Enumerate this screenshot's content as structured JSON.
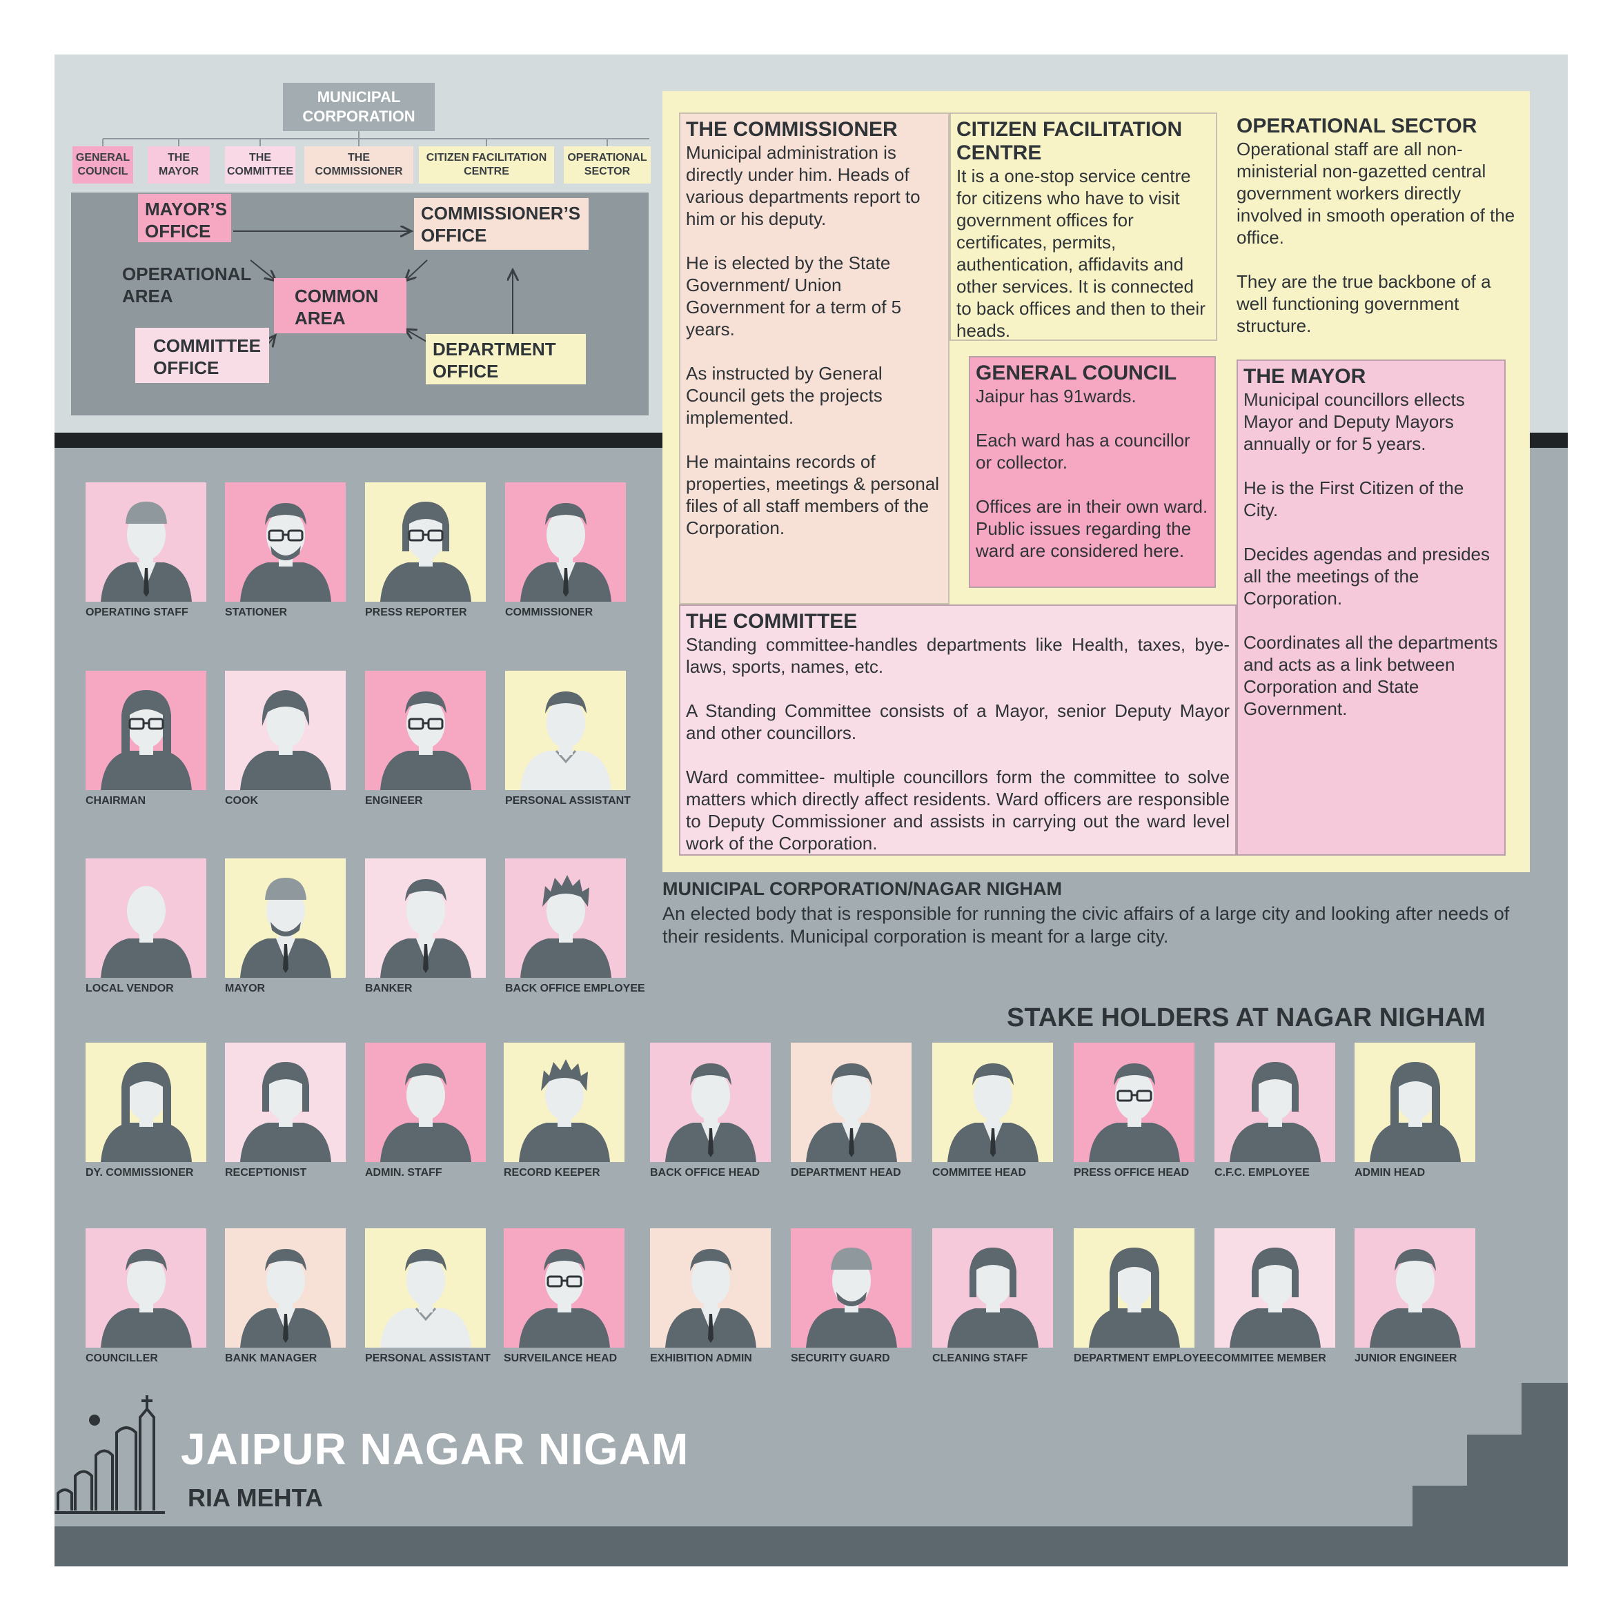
{
  "org_chart": {
    "root": "MUNICIPAL CORPORATION",
    "branches": [
      "GENERAL COUNCIL",
      "THE MAYOR",
      "THE COMMITTEE",
      "THE COMMISSIONER",
      "CITIZEN FACILITATION CENTRE",
      "OPERATIONAL SECTOR"
    ],
    "branch_colors": [
      "#f6a9c6",
      "#f8c8dc",
      "#f9d9e6",
      "#f7e0d5",
      "#f8f3c6",
      "#f8f3c6"
    ]
  },
  "office_diagram": {
    "mayors_office": "MAYOR’S OFFICE",
    "commissioners_office": "COMMISSIONER’S OFFICE",
    "operational_area": "OPERATIONAL AREA",
    "common_area": "COMMON AREA",
    "committee_office": "COMMITTEE OFFICE",
    "department_office": "DEPARTMENT OFFICE"
  },
  "info": {
    "commissioner": {
      "title": "THE COMMISSIONER",
      "paragraphs": [
        "Municipal administration is directly under him. Heads of various departments report to him or his deputy.",
        "He is elected by the State Government/ Union Government for a term of 5 years.",
        "As instructed by General Council gets the projects implemented.",
        "He maintains records of properties, meetings & personal files of all staff members of the Corporation."
      ]
    },
    "cfc": {
      "title": "CITIZEN FACILITATION CENTRE",
      "paragraphs": [
        "It is a one-stop service centre for citizens who have to visit government offices for certificates, permits, authentication, affidavits and other services. It is connected to back offices and then to their heads."
      ]
    },
    "operational": {
      "title": "OPERATIONAL SECTOR",
      "paragraphs": [
        "Operational staff are all non-ministerial non-gazetted central government workers directly involved in smooth operation of the office.",
        "They are the true backbone of a well functioning government structure."
      ]
    },
    "general_council": {
      "title": "GENERAL COUNCIL",
      "paragraphs": [
        "Jaipur has 91wards.",
        "Each ward has a councillor or collector.",
        "Offices are in their own ward. Public issues regarding the ward are considered here."
      ]
    },
    "mayor": {
      "title": "THE MAYOR",
      "paragraphs": [
        "Municipal councillors ellects Mayor and Deputy Mayors annually or for 5 years.",
        "He is the First Citizen of the City.",
        "Decides agendas and presides all the meetings of the Corporation.",
        "Coordinates all the departments and acts as a link between Corporation and State Government."
      ]
    },
    "committee": {
      "title": "THE COMMITTEE",
      "paragraphs": [
        "Standing committee-handles departments like Health, taxes, bye-laws, sports, names, etc.",
        "A Standing Committee consists of a Mayor, senior Deputy Mayor and other councillors.",
        "Ward committee- multiple councillors form the committee to solve matters which directly affect residents. Ward officers are responsible to Deputy Commissioner and assists in carrying out the ward level work of the Corporation."
      ]
    }
  },
  "municipal_corporation": {
    "title": "MUNICIPAL CORPORATION/NAGAR NIGHAM",
    "text": "An elected body that is responsible for running the civic affairs of a large city and looking after needs of their residents. Municipal corporation is meant for a large city."
  },
  "stakeholders_title": "STAKE HOLDERS AT NAGAR NIGHAM",
  "colors": {
    "pink_light": "#f5c9da",
    "pink": "#f6a7c2",
    "pink_pale": "#f9dde6",
    "yellow": "#f8f3c6",
    "peach": "#f7e0d5",
    "grey_bg": "#a3adb1",
    "dark_grey": "#5d676e"
  },
  "stakeholders": [
    {
      "name": "OPERATING STAFF",
      "bg": "#f5c9da",
      "hair": "cap",
      "body": "jacket"
    },
    {
      "name": "STATIONER",
      "bg": "#f6a7c2",
      "hair": "short",
      "body": "plain",
      "glasses": true,
      "beard": true
    },
    {
      "name": "PRESS REPORTER",
      "bg": "#f8f3c6",
      "hair": "bob",
      "body": "plain",
      "glasses": true
    },
    {
      "name": "COMMISSIONER",
      "bg": "#f6a7c2",
      "hair": "short",
      "body": "vest"
    },
    {
      "name": "CHAIRMAN",
      "bg": "#f6a7c2",
      "hair": "long",
      "body": "plain",
      "glasses": true
    },
    {
      "name": "COOK",
      "bg": "#f9dde6",
      "hair": "round",
      "body": "plain"
    },
    {
      "name": "ENGINEER",
      "bg": "#f6a7c2",
      "hair": "short",
      "body": "plain",
      "glasses": true
    },
    {
      "name": "PERSONAL ASSISTANT",
      "bg": "#f8f3c6",
      "hair": "short",
      "body": "shirt"
    },
    {
      "name": "LOCAL VENDOR",
      "bg": "#f5c9da",
      "hair": "none",
      "body": "plain"
    },
    {
      "name": "MAYOR",
      "bg": "#f8f3c6",
      "hair": "cap",
      "body": "vest",
      "beard": true
    },
    {
      "name": "BANKER",
      "bg": "#f9dde6",
      "hair": "short",
      "body": "suit"
    },
    {
      "name": "BACK OFFICE EMPLOYEE",
      "bg": "#f5c9da",
      "hair": "messy",
      "body": "plain"
    },
    {
      "name": "DY. COMMISSIONER",
      "bg": "#f8f3c6",
      "hair": "long",
      "body": "plain"
    },
    {
      "name": "RECEPTIONIST",
      "bg": "#f9dde6",
      "hair": "bob",
      "body": "plain"
    },
    {
      "name": "ADMIN. STAFF",
      "bg": "#f6a7c2",
      "hair": "short",
      "body": "plain"
    },
    {
      "name": "RECORD KEEPER",
      "bg": "#f8f3c6",
      "hair": "messy",
      "body": "plain"
    },
    {
      "name": "BACK OFFICE HEAD",
      "bg": "#f5c9da",
      "hair": "short",
      "body": "suit"
    },
    {
      "name": "DEPARTMENT HEAD",
      "bg": "#f7e0d5",
      "hair": "short",
      "body": "suit"
    },
    {
      "name": "COMMITEE HEAD",
      "bg": "#f8f3c6",
      "hair": "short",
      "body": "suit"
    },
    {
      "name": "PRESS OFFICE HEAD",
      "bg": "#f6a7c2",
      "hair": "short",
      "body": "plain",
      "glasses": true
    },
    {
      "name": "C.F.C. EMPLOYEE",
      "bg": "#f5c9da",
      "hair": "bob",
      "body": "plain"
    },
    {
      "name": "ADMIN HEAD",
      "bg": "#f8f3c6",
      "hair": "long",
      "body": "plain"
    },
    {
      "name": "COUNCILLER",
      "bg": "#f5c9da",
      "hair": "short",
      "body": "plain"
    },
    {
      "name": "BANK MANAGER",
      "bg": "#f7e0d5",
      "hair": "short",
      "body": "suit"
    },
    {
      "name": "PERSONAL ASSISTANT",
      "bg": "#f8f3c6",
      "hair": "short",
      "body": "shirt"
    },
    {
      "name": "SURVEILANCE HEAD",
      "bg": "#f6a7c2",
      "hair": "short",
      "body": "plain",
      "glasses": true
    },
    {
      "name": "EXHIBITION ADMIN",
      "bg": "#f7e0d5",
      "hair": "short",
      "body": "suit"
    },
    {
      "name": "SECURITY GUARD",
      "bg": "#f6a7c2",
      "hair": "cap",
      "body": "plain",
      "beard": true
    },
    {
      "name": "CLEANING STAFF",
      "bg": "#f5c9da",
      "hair": "bob",
      "body": "plain"
    },
    {
      "name": "DEPARTMENT EMPLOYEE",
      "bg": "#f8f3c6",
      "hair": "long",
      "body": "plain"
    },
    {
      "name": "COMMITEE MEMBER",
      "bg": "#f9dde6",
      "hair": "bob",
      "body": "plain"
    },
    {
      "name": "JUNIOR ENGINEER",
      "bg": "#f5c9da",
      "hair": "short",
      "body": "plain"
    }
  ],
  "brand": {
    "title": "JAIPUR NAGAR NIGAM",
    "author": "RIA MEHTA"
  }
}
